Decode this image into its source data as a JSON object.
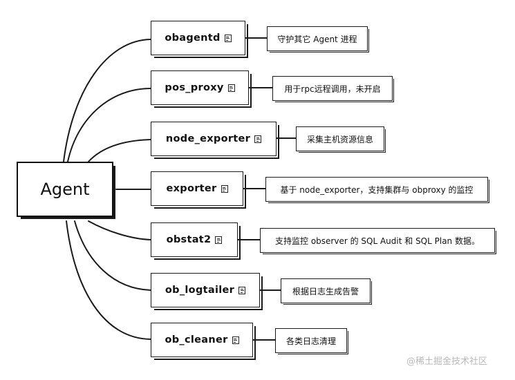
{
  "root": {
    "label": "Agent"
  },
  "branches": [
    {
      "name": "obagentd",
      "note": "note-icon",
      "description": "守护其它 Agent 进程"
    },
    {
      "name": "pos_proxy",
      "note": "note-icon",
      "description": "用于rpc远程调用，未开启"
    },
    {
      "name": "node_exporter",
      "note": "note-icon",
      "description": "采集主机资源信息"
    },
    {
      "name": "exporter",
      "note": "note-icon",
      "description": "基于 node_exporter，支持集群与 obproxy 的监控"
    },
    {
      "name": "obstat2",
      "note": "note-icon",
      "description": "支持监控 observer 的 SQL Audit 和 SQL Plan 数据。"
    },
    {
      "name": "ob_logtailer",
      "note": "note-icon",
      "description": "根据日志生成告警"
    },
    {
      "name": "ob_cleaner",
      "note": "note-icon",
      "description": "各类日志清理"
    }
  ],
  "watermark": "@稀土掘金技术社区"
}
